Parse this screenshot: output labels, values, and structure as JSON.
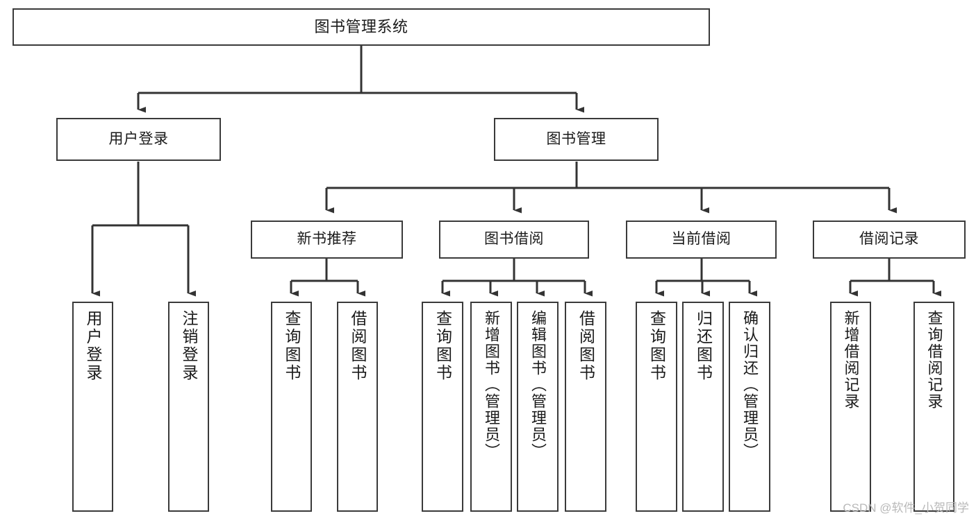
{
  "diagram": {
    "type": "tree",
    "title": "图书管理系统",
    "orientation": "top-down",
    "colors": {
      "background": "#ffffff",
      "box_border": "#3a3a3a",
      "box_fill": "#ffffff",
      "text": "#1a1a1a",
      "connector": "#333333",
      "watermark": "#b9b9b9"
    },
    "nodes": {
      "root": {
        "label": "图书管理系统"
      },
      "level2": [
        {
          "label": "用户登录"
        },
        {
          "label": "图书管理"
        }
      ],
      "level3": [
        {
          "label": "新书推荐"
        },
        {
          "label": "图书借阅"
        },
        {
          "label": "当前借阅"
        },
        {
          "label": "借阅记录"
        }
      ],
      "leaves": {
        "user_login": [
          {
            "label": "用户登录"
          },
          {
            "label": "注销登录"
          }
        ],
        "new_book_recommend": [
          {
            "label": "查询图书"
          },
          {
            "label": "借阅图书"
          }
        ],
        "book_borrow": [
          {
            "label": "查询图书"
          },
          {
            "label": "新增图书（管理员）"
          },
          {
            "label": "编辑图书（管理员）"
          },
          {
            "label": "借阅图书"
          }
        ],
        "current_borrow": [
          {
            "label": "查询图书"
          },
          {
            "label": "归还图书"
          },
          {
            "label": "确认归还（管理员）"
          }
        ],
        "borrow_record": [
          {
            "label": "新增借阅记录"
          },
          {
            "label": "查询借阅记录"
          }
        ]
      }
    },
    "watermark": "CSDN @软件_小贺同学"
  }
}
